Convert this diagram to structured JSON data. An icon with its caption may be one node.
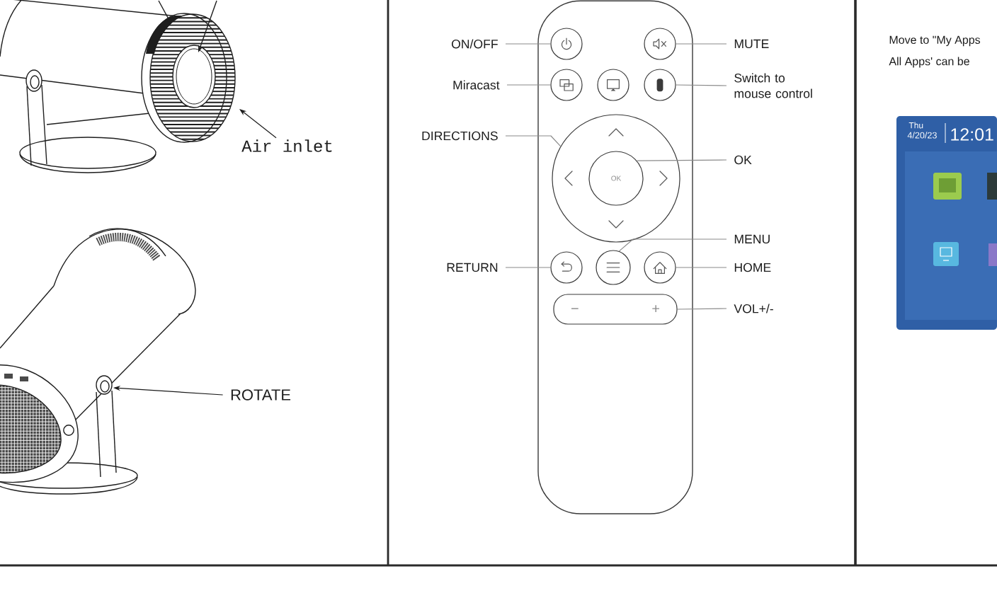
{
  "diagram": {
    "nodes": [
      {
        "text": [
          "Air inlet"
        ]
      },
      {
        "text": [
          "ROTATE"
        ]
      },
      {
        "text": [
          "ON/OFF"
        ]
      },
      {
        "text": [],
        "shape": "circle"
      },
      {
        "text": [],
        "shape": "circle"
      },
      {
        "text": [
          "MUTE"
        ]
      },
      {
        "text": [
          "Miracast"
        ]
      },
      {
        "text": [],
        "shape": "circle"
      },
      {
        "text": [],
        "shape": "circle"
      },
      {
        "text": [],
        "shape": "circle"
      },
      {
        "text": [
          "Switch to mouse control"
        ]
      },
      {
        "text": [
          "DIRECTIONS"
        ]
      },
      {
        "text": [],
        "shape": "circle"
      },
      {
        "text": [
          "OK"
        ],
        "in": 12
      },
      {
        "text": [
          "OK"
        ]
      },
      {
        "text": [
          "MENU"
        ]
      },
      {
        "text": [
          "RETURN"
        ]
      },
      {
        "text": [],
        "shape": "circle"
      },
      {
        "text": [],
        "shape": "circle"
      },
      {
        "text": [],
        "shape": "circle"
      },
      {
        "text": [
          "HOME"
        ]
      },
      {
        "text": [
          "−",
          "+"
        ]
      },
      {
        "text": [
          "VOL+/-"
        ]
      }
    ],
    "edges": [
      {
        "from": 0,
        "to": null,
        "arrow": "to",
        "color": "#1a1a1a"
      },
      {
        "from": 1,
        "to": null,
        "arrow": "to",
        "color": "#1a1a1a"
      },
      {
        "from": 2,
        "to": 3,
        "arrow": "none"
      },
      {
        "from": 5,
        "to": 4,
        "arrow": "none"
      },
      {
        "from": 6,
        "to": 7,
        "arrow": "none"
      },
      {
        "from": 10,
        "to": 9,
        "arrow": "none"
      },
      {
        "from": 11,
        "to": 12,
        "arrow": "none"
      },
      {
        "from": 14,
        "to": 13,
        "arrow": "none"
      },
      {
        "from": 15,
        "to": 18,
        "arrow": "none"
      },
      {
        "from": 16,
        "to": 17,
        "arrow": "none"
      },
      {
        "from": 20,
        "to": 19,
        "arrow": "none"
      },
      {
        "from": 22,
        "to": 21,
        "arrow": "none"
      }
    ],
    "labels": [
      "Move to \"My Apps",
      "All Apps' can be",
      "Thu",
      "4/20/23",
      "12:01"
    ]
  }
}
